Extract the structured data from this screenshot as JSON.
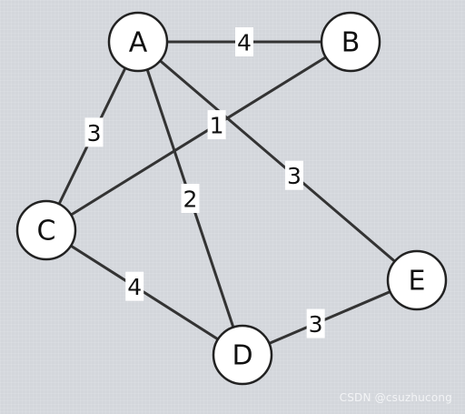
{
  "graph": {
    "nodes": [
      {
        "id": "A",
        "label": "A"
      },
      {
        "id": "B",
        "label": "B"
      },
      {
        "id": "C",
        "label": "C"
      },
      {
        "id": "D",
        "label": "D"
      },
      {
        "id": "E",
        "label": "E"
      }
    ],
    "edges": [
      {
        "from": "A",
        "to": "B",
        "weight": "4"
      },
      {
        "from": "A",
        "to": "C",
        "weight": "3"
      },
      {
        "from": "B",
        "to": "C",
        "weight": "1"
      },
      {
        "from": "A",
        "to": "D",
        "weight": "2"
      },
      {
        "from": "A",
        "to": "E",
        "weight": "3"
      },
      {
        "from": "C",
        "to": "D",
        "weight": "4"
      },
      {
        "from": "D",
        "to": "E",
        "weight": "3"
      }
    ]
  },
  "watermark": "CSDN @csuzhucong"
}
